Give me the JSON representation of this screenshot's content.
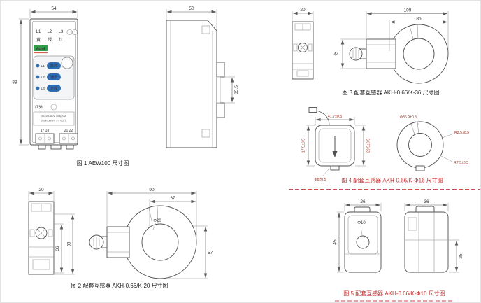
{
  "colors": {
    "line": "#4f4f4f",
    "dim_text": "#2e2e2e",
    "red_caption": "#c23030",
    "red_dim": "#9c3524",
    "logo_green": "#2f9e49",
    "button_blue": "#2e6db4"
  },
  "fig1": {
    "caption": "图 1 AEW100 尺寸图",
    "dims": {
      "w": "54",
      "h": "88"
    },
    "phases": [
      "L1",
      "L2",
      "L3"
    ],
    "phase_colors": [
      "黄",
      "绿",
      "红"
    ],
    "brand": "Acrel",
    "rows": [
      {
        "led": "L1",
        "btn": "脉冲"
      },
      {
        "led": "L2",
        "btn": "通讯"
      },
      {
        "led": "L3",
        "btn": "无线"
      }
    ],
    "infrared": "红外",
    "spec1": "3X220/380V 3X4(20)A",
    "spec2": "200imp/kWh ①Y 0.2℃",
    "term_left": "17 18",
    "term_right": "21 22"
  },
  "side": {
    "dims": {
      "w": "50",
      "clip": "35.5"
    }
  },
  "fig3": {
    "caption": "图 3 配套互感器 AKH-0.66/K-36 尺寸图",
    "dims": {
      "side_w": "20",
      "total": "109",
      "ring": "85",
      "h": "44"
    }
  },
  "fig4": {
    "caption": "图 4 配套互感器 AKH-0.66/K-Φ16 尺寸图",
    "dims": {
      "w": "41.7±0.5",
      "h_left": "17.5±0.5",
      "h_right": "29.5±0.5",
      "hole": "Φ8±0.5",
      "outer": "Φ36.9±0.5",
      "r1": "R2.5±0.5",
      "r2": "R7.5±0.5"
    }
  },
  "fig2": {
    "caption": "图 2 配套互感器 AKH-0.66/K-20 尺寸图",
    "dims": {
      "side_w": "20",
      "total": "90",
      "ring": "67",
      "hole": "Φ20",
      "d1": "36",
      "d2": "38",
      "h": "57"
    }
  },
  "fig5": {
    "caption": "图 5 配套互感器 AKH-0.66/K-Φ10 尺寸图",
    "dims": {
      "w1": "26",
      "w2": "36",
      "h1": "45",
      "h2": "25",
      "hole": "Φ10"
    }
  }
}
